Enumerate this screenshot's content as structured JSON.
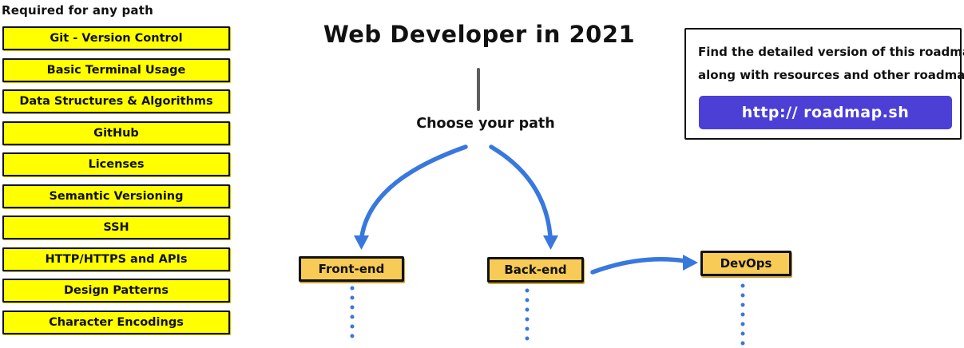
{
  "left_panel": {
    "heading": "Required for any path",
    "items": [
      "Git - Version Control",
      "Basic Terminal Usage",
      "Data Structures & Algorithms",
      "GitHub",
      "Licenses",
      "Semantic Versioning",
      "SSH",
      "HTTP/HTTPS and APIs",
      "Design Patterns",
      "Character Encodings"
    ],
    "box_fill": "#FFFF00",
    "box_border": "#111111"
  },
  "center": {
    "title": "Web Developer in 2021",
    "prompt": "Choose your path",
    "paths": [
      {
        "label": "Front-end"
      },
      {
        "label": "Back-end"
      },
      {
        "label": "DevOps"
      }
    ],
    "path_box_fill": "#F8CB57"
  },
  "info_box": {
    "line1": "Find the detailed version of this roadmap",
    "line2": "along with resources and other roadmaps",
    "button_label": "http:// roadmap.sh",
    "button_color": "#4B3FD6"
  },
  "colors": {
    "arrow": "#3878DE",
    "dots": "#3B76D8",
    "stem": "#5E5E5E"
  }
}
